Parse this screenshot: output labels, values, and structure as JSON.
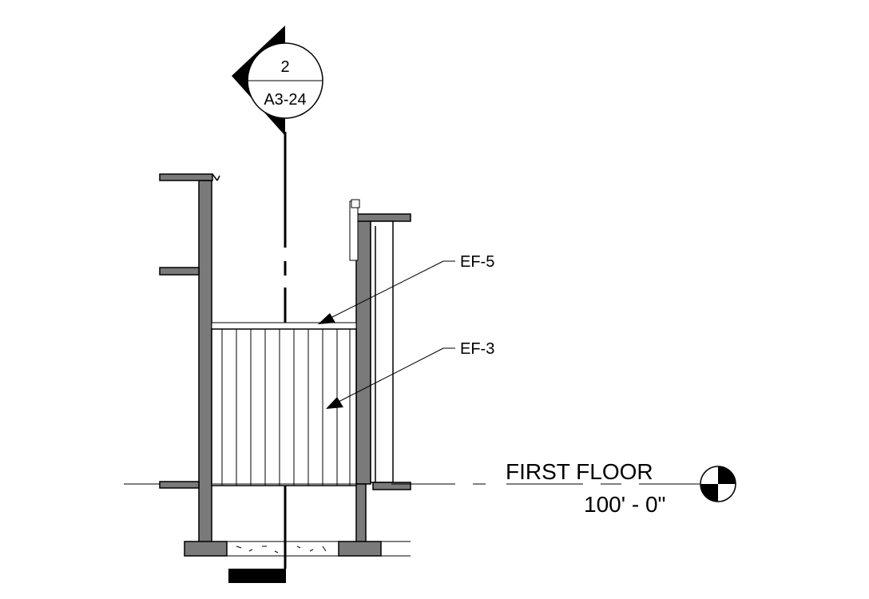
{
  "section_marker": {
    "number": "2",
    "sheet": "A3-24"
  },
  "callouts": [
    {
      "tag": "EF-5"
    },
    {
      "tag": "EF-3"
    }
  ],
  "level": {
    "name": "FIRST FLOOR",
    "elevation": "100' - 0\""
  },
  "colors": {
    "wall_fill": "#7a7a7a",
    "line": "#000000",
    "background": "#ffffff"
  }
}
